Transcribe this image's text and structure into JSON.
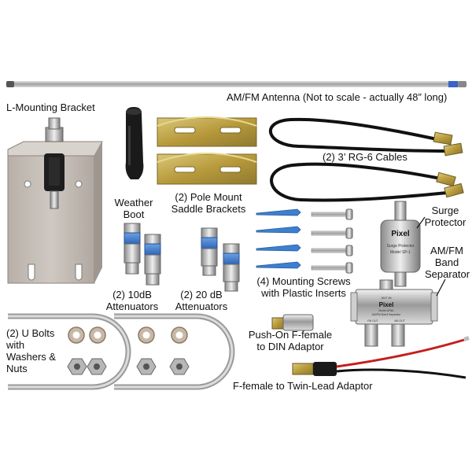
{
  "labels": {
    "antenna": "AM/FM Antenna (Not to scale - actually 48” long)",
    "l_bracket": "L-Mounting Bracket",
    "weather_boot": [
      "Weather",
      "Boot"
    ],
    "saddle": [
      "(2) Pole Mount",
      "Saddle Brackets"
    ],
    "cables": "(2) 3’ RG-6 Cables",
    "surge": [
      "Surge",
      "Protector"
    ],
    "band_sep": [
      "AM/FM",
      "Band",
      "Separator"
    ],
    "att10": [
      "(2) 10dB",
      "Attenuators"
    ],
    "att20": [
      "(2) 20 dB",
      "Attenuators"
    ],
    "screws": [
      "(4) Mounting Screws",
      "with Plastic Inserts"
    ],
    "ubolts": [
      "(2) U Bolts",
      "with",
      "Washers &",
      "Nuts"
    ],
    "din": [
      "Push-On F-female",
      "to DIN Adaptor"
    ],
    "twinlead": "F-female to Twin-Lead Adaptor"
  },
  "product_text": {
    "surge_brand": "Pixel",
    "surge_line1": "Surge Protector",
    "surge_line2": "Model SP-1",
    "sep_brand": "Pixel",
    "sep_ant_in": "ANT IN",
    "sep_model": "Model AF8A",
    "sep_desc": "AM/FM Band Separator",
    "sep_fm_out": "FM OUT",
    "sep_am_out": "AM OUT"
  }
}
